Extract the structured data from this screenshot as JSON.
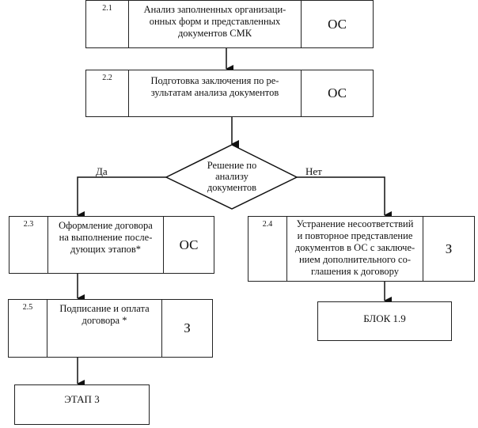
{
  "diagram": {
    "blocks": [
      {
        "id": "2.1",
        "text": "Анализ заполненных организаци-онных форм и представленных документов СМК",
        "lines": [
          "Анализ заполненных организаци-",
          "онных форм и представленных",
          "документов СМК"
        ],
        "responsible": "ОС"
      },
      {
        "id": "2.2",
        "text": "Подготовка заключения по ре-зультатам анализа документов",
        "lines": [
          "Подготовка заключения по ре-",
          "зультатам анализа документов"
        ],
        "responsible": "ОС"
      },
      {
        "id": "2.3",
        "text": "Оформление договора на выполнение после-дующих этапов*",
        "lines": [
          "Оформление договора",
          "на выполнение после-",
          "дующих  этапов*"
        ],
        "responsible": "ОС"
      },
      {
        "id": "2.4",
        "text": "Устранение несоответствий и повторное представление документов в ОС с заключе-нием дополнительного со-глашения к договору",
        "lines": [
          "Устранение несоответствий",
          "и повторное представление",
          "документов в ОС с заключе-",
          "нием дополнительного со-",
          "глашения к договору"
        ],
        "responsible": "З"
      },
      {
        "id": "2.5",
        "text": "Подписание и оплата договора *",
        "lines": [
          "Подписание и оплата",
          "договора *"
        ],
        "responsible": "З"
      }
    ],
    "decision": {
      "lines": [
        "Решение по",
        "анализу",
        "документов"
      ],
      "yes_label": "Да",
      "no_label": "Нет"
    },
    "terminals": {
      "stage3": "ЭТАП 3",
      "block19": "БЛОК 1.9"
    }
  }
}
